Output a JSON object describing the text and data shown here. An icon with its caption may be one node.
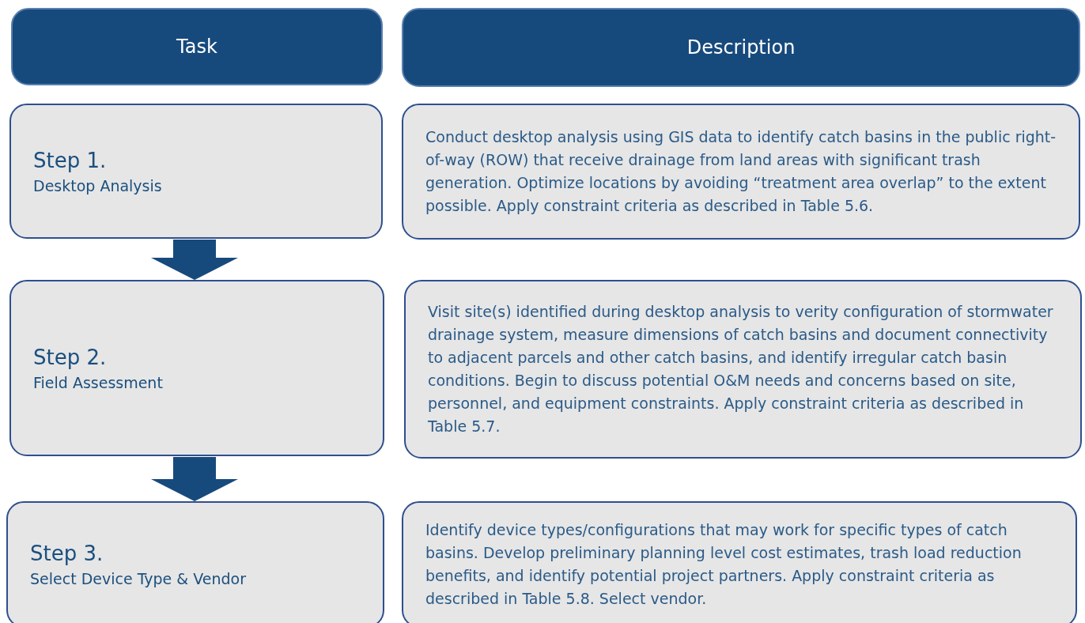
{
  "diagram": {
    "nodes": [
      {
        "text": [
          "Task"
        ]
      },
      {
        "text": [
          "Description"
        ]
      },
      {
        "text": [
          "Step 1.",
          "Desktop Analysis"
        ]
      },
      {
        "text": [
          "Conduct desktop analysis using GIS data to identify catch basins in the public right-of-way (ROW) that receive drainage from land areas with significant trash generation. Optimize locations by avoiding “treatment area overlap” to the extent possible. Apply constraint criteria as described in Table 5.6."
        ]
      },
      {
        "text": [
          "Step 2.",
          "Field Assessment"
        ]
      },
      {
        "text": [
          "Visit site(s) identified during desktop analysis to verity configuration of stormwater drainage system, measure dimensions of catch basins and document connectivity to adjacent parcels and other catch basins, and identify irregular catch basin conditions. Begin to discuss potential O&M needs and concerns based on site, personnel, and equipment constraints. Apply constraint criteria as described in Table 5.7."
        ]
      },
      {
        "text": [
          "Step 3.",
          "Select Device Type & Vendor"
        ]
      },
      {
        "text": [
          "Identify device types/configurations that may work for specific types of catch basins.  Develop preliminary planning level cost estimates, trash load reduction benefits, and identify potential project partners. Apply constraint criteria as described in Table 5.8. Select vendor."
        ]
      }
    ],
    "edges": [
      {
        "from": 2,
        "to": 4,
        "arrow": "to",
        "style": "thick"
      },
      {
        "from": 4,
        "to": 6,
        "arrow": "to",
        "style": "thick"
      }
    ]
  }
}
